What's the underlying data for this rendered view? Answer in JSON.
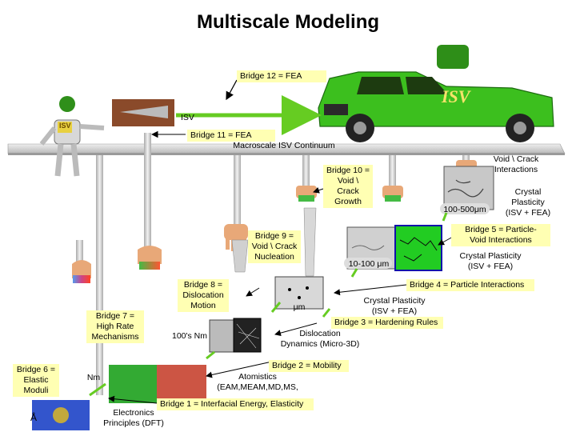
{
  "title": "Multiscale Modeling",
  "logo_text": "ISV",
  "bridges": {
    "b12": "Bridge 12 = FEA",
    "isv": "ISV",
    "b11": "Bridge 11 = FEA",
    "b11_sub": "Macroscale ISV Continuum",
    "b10": "Bridge 10 =\nVoid \\ Crack\nGrowth",
    "b9": "Bridge 9 =\nVoid \\ Crack\nNucleation",
    "b8": "Bridge 8 =\nDislocation\nMotion",
    "b7": "Bridge 7 =\nHigh Rate\nMechanisms",
    "b6": "Bridge 6 =\nElastic\nModuli",
    "b5": "Bridge 5 = Particle-\nVoid Interactions",
    "b4": "Bridge 4 = Particle Interactions",
    "b3": "Bridge 3 = Hardening Rules",
    "b2": "Bridge 2 = Mobility",
    "b1": "Bridge 1 = Interfacial Energy, Elasticity"
  },
  "labels": {
    "void_crack": "Void \\ Crack\nInteractions",
    "crystal_plasticity_1": "Crystal\nPlasticity\n(ISV + FEA)",
    "scale_100_500": "100-500μm",
    "crystal_plasticity_2": "Crystal Plasticity\n(ISV + FEA)",
    "scale_10_100": "10-100 μm",
    "um": "μm",
    "crystal_plasticity_3": "Crystal Plasticity\n(ISV + FEA)",
    "dislocation_dynamics": "Dislocation\nDynamics (Micro-3D)",
    "scale_100nm": "100's Nm",
    "nm": "Nm",
    "atomistics": "Atomistics\n(EAM,MEAM,MD,MS,",
    "angstrom": "Å",
    "electronics": "Electronics\nPrinciples (DFT)"
  },
  "colors": {
    "highlight": "#ffffb3",
    "car_green": "#3cbf1e",
    "road_gray": "#c9c9c9",
    "hand_skin": "#e8a878",
    "bar_gray": "#cfcfcf"
  }
}
